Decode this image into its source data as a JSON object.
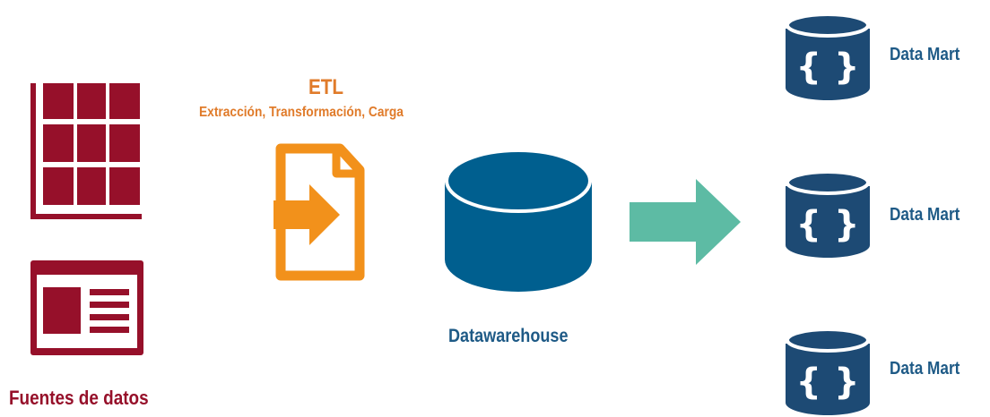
{
  "etl": {
    "title": "ETL",
    "subtitle": "Extracción, Transformación, Carga"
  },
  "warehouse": {
    "label": "Datawarehouse"
  },
  "sources": {
    "label": "Fuentes de datos"
  },
  "marts": [
    {
      "label": "Data Mart"
    },
    {
      "label": "Data Mart"
    },
    {
      "label": "Data Mart"
    }
  ],
  "colors": {
    "source": "#96102a",
    "etl": "#f2911b",
    "warehouse": "#005f8f",
    "arrow": "#5dbba4",
    "mart": "#1d4a74"
  },
  "icons": {
    "spreadsheet": "grid-table-icon",
    "document": "document-layout-icon",
    "etl": "file-transfer-icon",
    "warehouse": "database-cylinder-icon",
    "flow": "right-arrow-icon",
    "mart": "json-database-icon"
  }
}
